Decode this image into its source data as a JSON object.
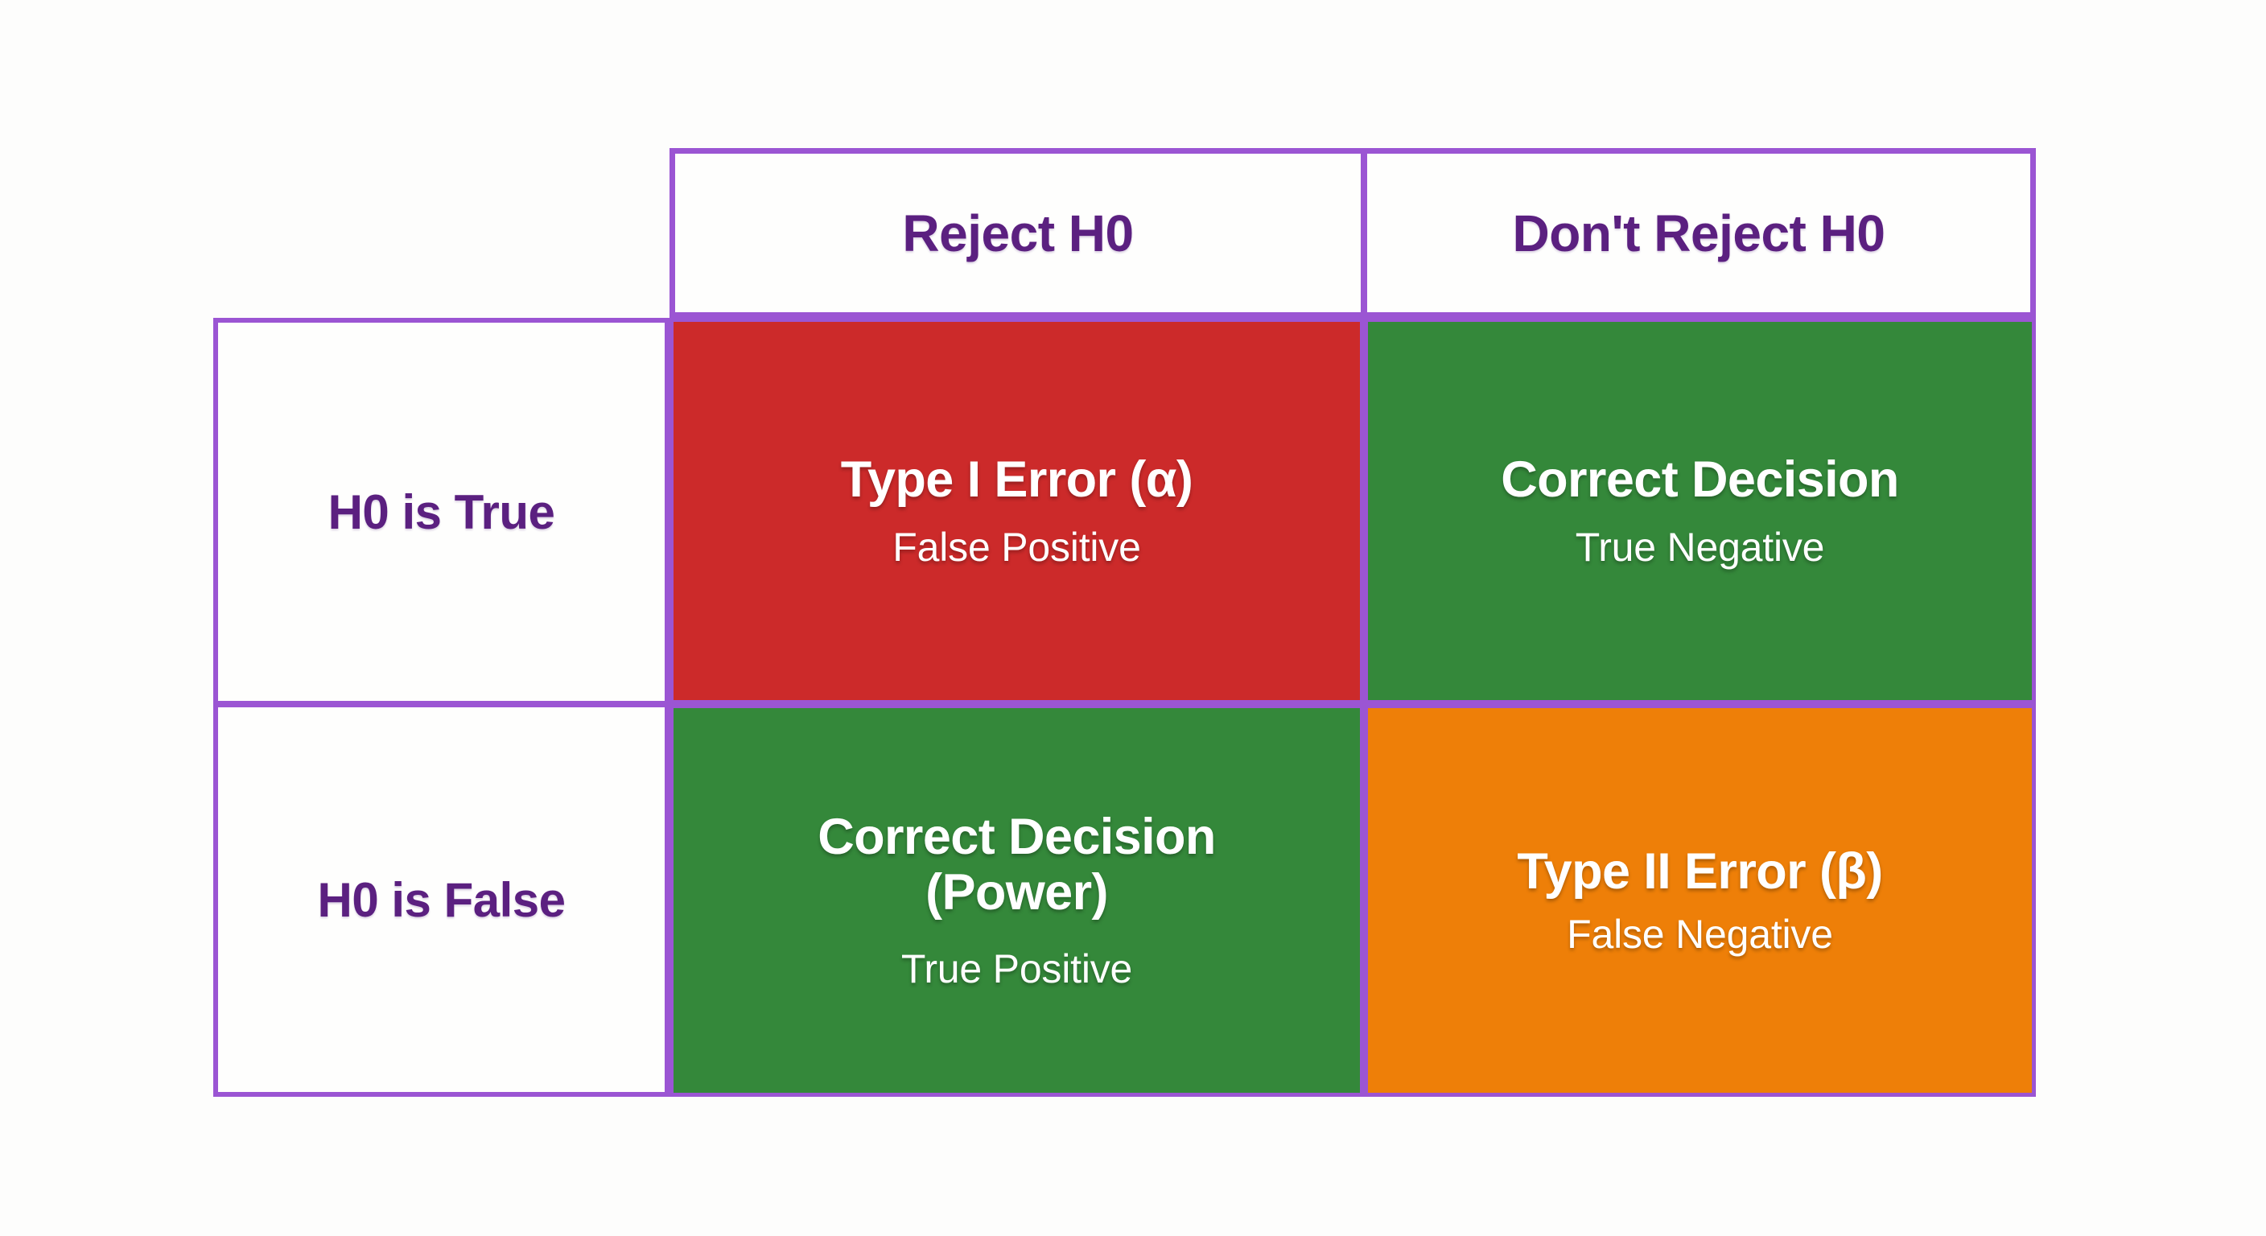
{
  "figure": {
    "kind": "2x2-decision-matrix",
    "background_color": "#FDFDFC",
    "border_color": "#9B55D3",
    "header_text_color": "#5B2080",
    "cell_text_color": "#FFFFFF"
  },
  "corner": {
    "label": ""
  },
  "column_headers": [
    {
      "label": "Reject H0"
    },
    {
      "label": "Don't Reject H0"
    }
  ],
  "row_headers": [
    {
      "label": "H0 is True"
    },
    {
      "label": "H0 is False"
    }
  ],
  "cells": {
    "true_reject": {
      "title": "Type I Error (α)",
      "subtitle": "False Positive",
      "color": "#CC2A2A"
    },
    "true_dont_reject": {
      "title": "Correct Decision",
      "subtitle": "True Negative",
      "color": "#34883A"
    },
    "false_reject": {
      "title": "Correct Decision (Power)",
      "title_line1": "Correct Decision",
      "title_line2": "(Power)",
      "subtitle": "True Positive",
      "color": "#34883A"
    },
    "false_dont_reject": {
      "title": "Type II Error (β)",
      "subtitle": "False Negative",
      "color": "#EE7F08"
    }
  }
}
